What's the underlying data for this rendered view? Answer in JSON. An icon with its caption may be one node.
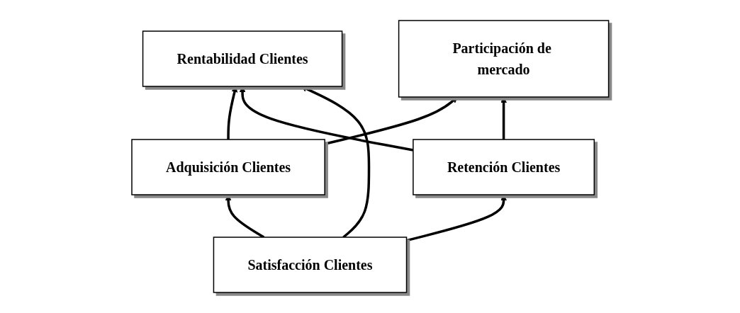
{
  "diagram": {
    "nodes": [
      {
        "text": [
          "Participación de mercado"
        ]
      },
      {
        "text": [
          "Adquisición Clientes"
        ]
      },
      {
        "text": [
          "Rentabilidad Clientes"
        ]
      },
      {
        "text": [
          "Retención Clientes"
        ]
      },
      {
        "text": [
          "Satisfacción Clientes"
        ]
      }
    ],
    "edges": [
      {
        "from": 1,
        "to": 0,
        "arrow": "to"
      },
      {
        "from": 3,
        "to": 0,
        "arrow": "to"
      },
      {
        "from": 1,
        "to": 2,
        "arrow": "to"
      },
      {
        "from": 3,
        "to": 2,
        "arrow": "to"
      },
      {
        "from": 4,
        "to": 2,
        "arrow": "to"
      },
      {
        "from": 4,
        "to": 1,
        "arrow": "to"
      },
      {
        "from": 4,
        "to": 3,
        "arrow": "to"
      }
    ]
  }
}
